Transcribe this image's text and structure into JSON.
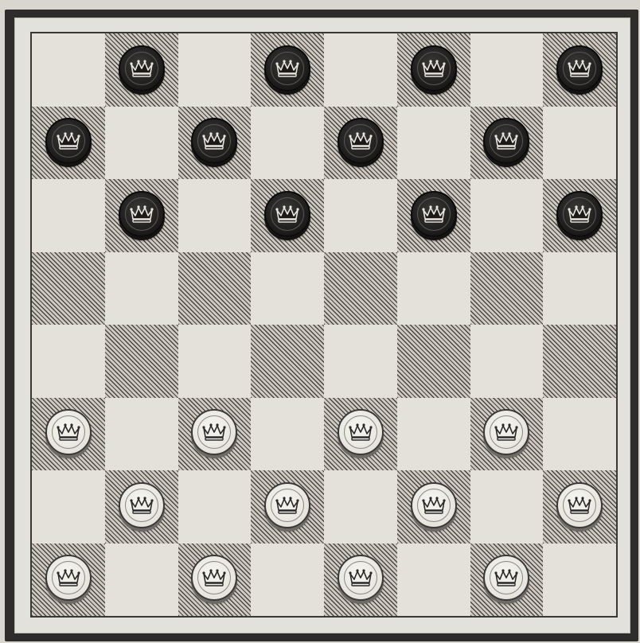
{
  "board": {
    "rows": 8,
    "cols": 8,
    "top_left_square": "light"
  },
  "pieces": [
    {
      "row": 0,
      "col": 1,
      "color": "black",
      "crowned": true
    },
    {
      "row": 0,
      "col": 3,
      "color": "black",
      "crowned": true
    },
    {
      "row": 0,
      "col": 5,
      "color": "black",
      "crowned": true
    },
    {
      "row": 0,
      "col": 7,
      "color": "black",
      "crowned": true
    },
    {
      "row": 1,
      "col": 0,
      "color": "black",
      "crowned": true
    },
    {
      "row": 1,
      "col": 2,
      "color": "black",
      "crowned": true
    },
    {
      "row": 1,
      "col": 4,
      "color": "black",
      "crowned": true
    },
    {
      "row": 1,
      "col": 6,
      "color": "black",
      "crowned": true
    },
    {
      "row": 2,
      "col": 1,
      "color": "black",
      "crowned": true
    },
    {
      "row": 2,
      "col": 3,
      "color": "black",
      "crowned": true
    },
    {
      "row": 2,
      "col": 5,
      "color": "black",
      "crowned": true
    },
    {
      "row": 2,
      "col": 7,
      "color": "black",
      "crowned": true
    },
    {
      "row": 5,
      "col": 0,
      "color": "white",
      "crowned": true
    },
    {
      "row": 5,
      "col": 2,
      "color": "white",
      "crowned": true
    },
    {
      "row": 5,
      "col": 4,
      "color": "white",
      "crowned": true
    },
    {
      "row": 5,
      "col": 6,
      "color": "white",
      "crowned": true
    },
    {
      "row": 6,
      "col": 1,
      "color": "white",
      "crowned": true
    },
    {
      "row": 6,
      "col": 3,
      "color": "white",
      "crowned": true
    },
    {
      "row": 6,
      "col": 5,
      "color": "white",
      "crowned": true
    },
    {
      "row": 6,
      "col": 7,
      "color": "white",
      "crowned": true
    },
    {
      "row": 7,
      "col": 0,
      "color": "white",
      "crowned": true
    },
    {
      "row": 7,
      "col": 2,
      "color": "white",
      "crowned": true
    },
    {
      "row": 7,
      "col": 4,
      "color": "white",
      "crowned": true
    },
    {
      "row": 7,
      "col": 6,
      "color": "white",
      "crowned": true
    }
  ],
  "colors": {
    "frame": "#2f2d2b",
    "light_square": "#e4e1db",
    "dark_square_hatch": "#4a4642",
    "black_piece": "#1b1a19",
    "white_piece": "#f1efea"
  },
  "icons": {
    "piece_emblem": "crown-icon"
  }
}
